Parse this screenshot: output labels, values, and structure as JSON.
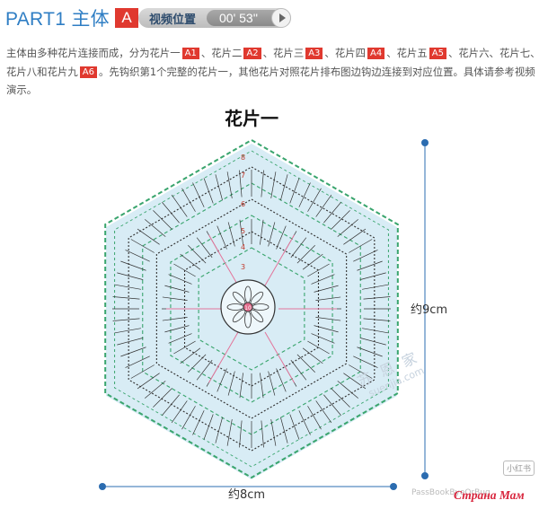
{
  "header": {
    "part_title": "PART1 主体",
    "part_badge": "A",
    "video_label": "视频位置",
    "video_time": "00' 53''"
  },
  "description": {
    "s1": "主体由多种花片连接而成，分为花片一",
    "t1": "A1",
    "s2": "、花片二",
    "t2": "A2",
    "s3": "、花片三",
    "t3": "A3",
    "s4": "、花片四",
    "t4": "A4",
    "s5": "、花片五",
    "t5": "A5",
    "s6": "、花片六、花片七、花片八和花片九",
    "t6": "A6",
    "s7": "。先钩织第1个完整的花片一，其他花片对照花片排布图边钩边连接到对应位置。具体请参考视频演示。"
  },
  "diagram": {
    "title": "花片一",
    "height_label": "约9cm",
    "width_label": "约8cm",
    "row_numbers": [
      "8",
      "7",
      "6",
      "5",
      "4",
      "3"
    ],
    "center_number": "10"
  },
  "watermarks": {
    "w1": "苏 恩 家",
    "w2": "suenjia.com",
    "w3": "PassBookByeOrBug",
    "stamp": "小红书"
  },
  "logo": "Страна Мам",
  "colors": {
    "accent_blue": "#2f7ec4",
    "badge_red": "#e0392f",
    "green_stitch": "#3aa56e",
    "hex_fill": "#d8ecf5",
    "dim_dot": "#2b6cb0"
  }
}
